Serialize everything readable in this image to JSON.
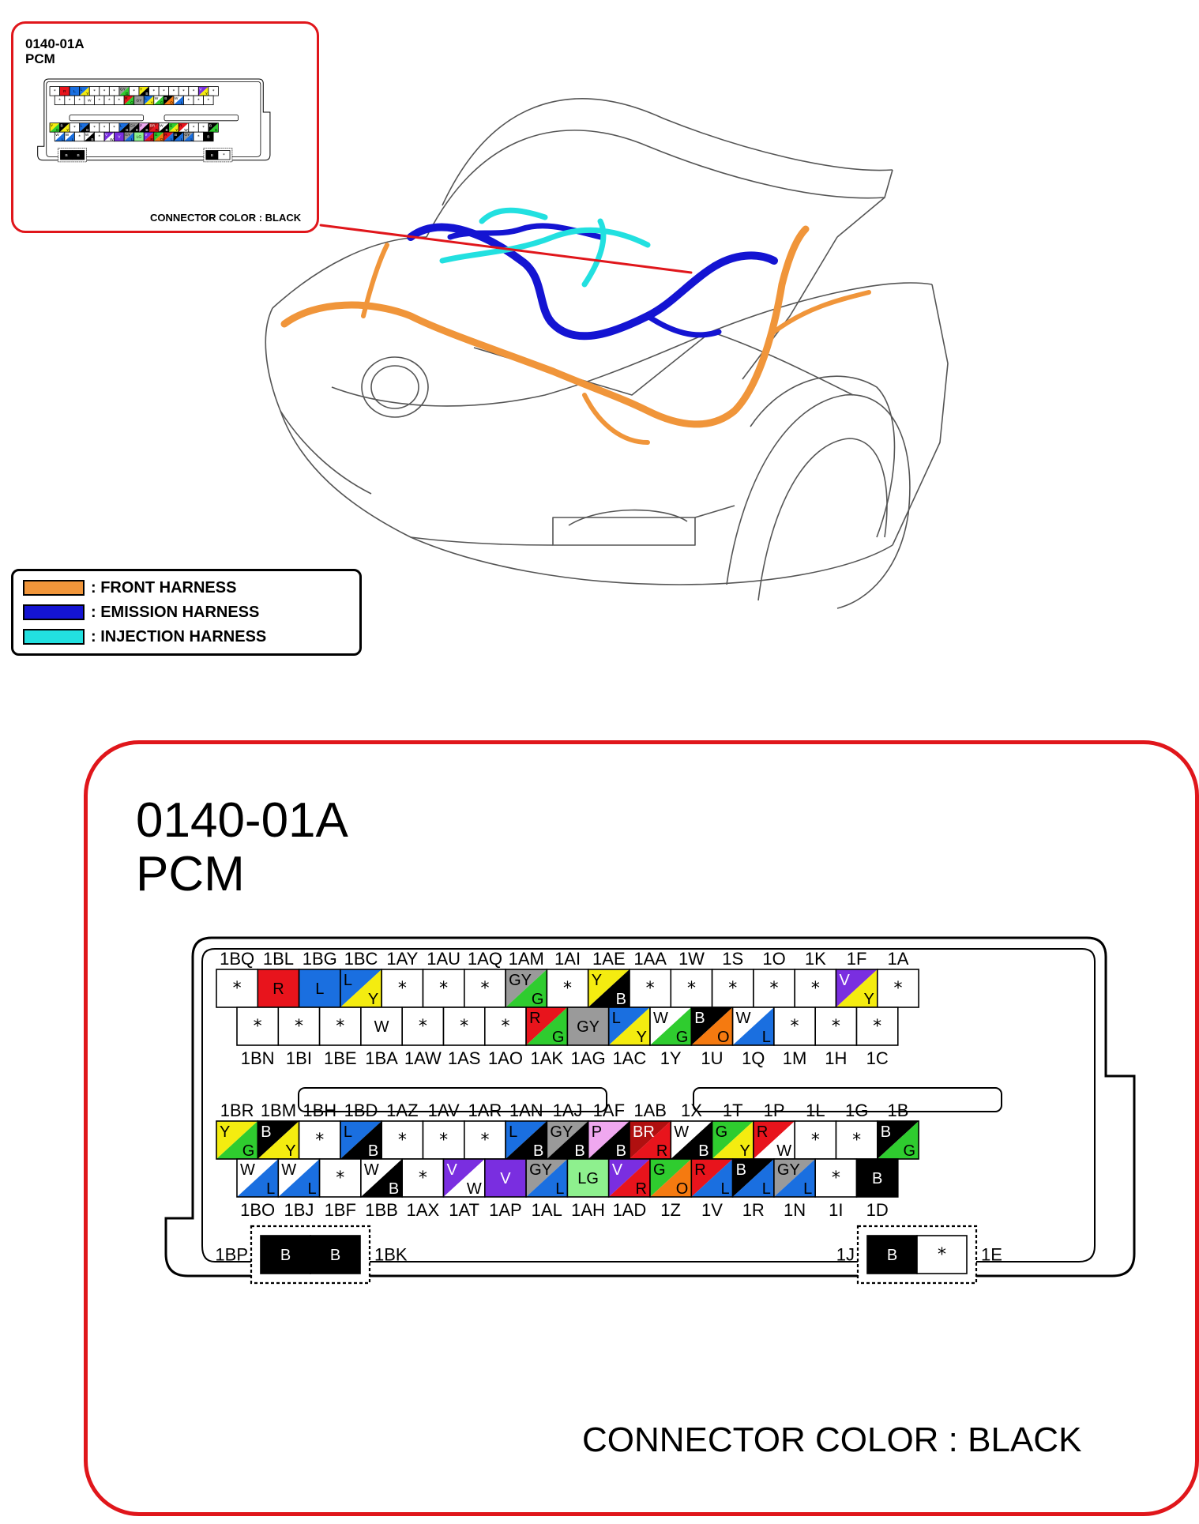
{
  "connector": {
    "code": "0140-01A",
    "name": "PCM",
    "color_note": "CONNECTOR COLOR : BLACK"
  },
  "legend": [
    {
      "label": ": FRONT HARNESS",
      "color": "#f0953a"
    },
    {
      "label": ": EMISSION HARNESS",
      "color": "#1414d2"
    },
    {
      "label": ": INJECTION HARNESS",
      "color": "#22e0e0"
    }
  ],
  "colors": {
    "frame": "#e0161b",
    "R": "#e8141c",
    "L": "#1a6fe0",
    "Y": "#f4ec10",
    "G": "#2fcc2f",
    "B": "#000000",
    "W": "#ffffff",
    "GY": "#9a9a9a",
    "V": "#7a2ee0",
    "P": "#f0a8f0",
    "BR": "#b01010",
    "LG": "#8ef08e",
    "O": "#f57a10"
  },
  "upper_block": {
    "top_labels": [
      "1BQ",
      "1BL",
      "1BG",
      "1BC",
      "1AY",
      "1AU",
      "1AQ",
      "1AM",
      "1AI",
      "1AE",
      "1AA",
      "1W",
      "1S",
      "1O",
      "1K",
      "1F",
      "1A"
    ],
    "row1": [
      {
        "a": "*"
      },
      {
        "a": "R"
      },
      {
        "a": "L"
      },
      {
        "a": "L",
        "b": "Y"
      },
      {
        "a": "*"
      },
      {
        "a": "*"
      },
      {
        "a": "*"
      },
      {
        "a": "GY",
        "b": "G"
      },
      {
        "a": "*"
      },
      {
        "a": "Y",
        "b": "B"
      },
      {
        "a": "*"
      },
      {
        "a": "*"
      },
      {
        "a": "*"
      },
      {
        "a": "*"
      },
      {
        "a": "*"
      },
      {
        "a": "V",
        "b": "Y"
      },
      {
        "a": "*"
      }
    ],
    "row2": [
      {
        "a": "*"
      },
      {
        "a": "*"
      },
      {
        "a": "*"
      },
      {
        "a": "W"
      },
      {
        "a": "*"
      },
      {
        "a": "*"
      },
      {
        "a": "*"
      },
      {
        "a": "R",
        "b": "G"
      },
      {
        "a": "GY"
      },
      {
        "a": "L",
        "b": "Y"
      },
      {
        "a": "W",
        "b": "G"
      },
      {
        "a": "B",
        "b": "O"
      },
      {
        "a": "W",
        "b": "L"
      },
      {
        "a": "*"
      },
      {
        "a": "*"
      },
      {
        "a": "*"
      }
    ],
    "bottom_labels": [
      "1BN",
      "1BI",
      "1BE",
      "1BA",
      "1AW",
      "1AS",
      "1AO",
      "1AK",
      "1AG",
      "1AC",
      "1Y",
      "1U",
      "1Q",
      "1M",
      "1H",
      "1C"
    ]
  },
  "lower_block": {
    "top_labels": [
      "1BR",
      "1BM",
      "1BH",
      "1BD",
      "1AZ",
      "1AV",
      "1AR",
      "1AN",
      "1AJ",
      "1AF",
      "1AB",
      "1X",
      "1T",
      "1P",
      "1L",
      "1G",
      "1B"
    ],
    "row1": [
      {
        "a": "Y",
        "b": "G"
      },
      {
        "a": "B",
        "b": "Y"
      },
      {
        "a": "*"
      },
      {
        "a": "L",
        "b": "B"
      },
      {
        "a": "*"
      },
      {
        "a": "*"
      },
      {
        "a": "*"
      },
      {
        "a": "L",
        "b": "B"
      },
      {
        "a": "GY",
        "b": "B"
      },
      {
        "a": "P",
        "b": "B"
      },
      {
        "a": "BR",
        "b": "R"
      },
      {
        "a": "W",
        "b": "B"
      },
      {
        "a": "G",
        "b": "Y"
      },
      {
        "a": "R",
        "b": "W"
      },
      {
        "a": "*"
      },
      {
        "a": "*"
      },
      {
        "a": "B",
        "b": "G"
      }
    ],
    "row2": [
      {
        "a": "W",
        "b": "L"
      },
      {
        "a": "W",
        "b": "L"
      },
      {
        "a": "*"
      },
      {
        "a": "W",
        "b": "B"
      },
      {
        "a": "*"
      },
      {
        "a": "V",
        "b": "W"
      },
      {
        "a": "V"
      },
      {
        "a": "GY",
        "b": "L"
      },
      {
        "a": "LG"
      },
      {
        "a": "V",
        "b": "R"
      },
      {
        "a": "G",
        "b": "O"
      },
      {
        "a": "R",
        "b": "L"
      },
      {
        "a": "B",
        "b": "L"
      },
      {
        "a": "GY",
        "b": "L"
      },
      {
        "a": "*"
      },
      {
        "a": "B"
      }
    ],
    "bottom_labels": [
      "1BO",
      "1BJ",
      "1BF",
      "1BB",
      "1AX",
      "1AT",
      "1AP",
      "1AL",
      "1AH",
      "1AD",
      "1Z",
      "1V",
      "1R",
      "1N",
      "1I",
      "1D"
    ]
  },
  "side_blocks": {
    "left": {
      "label_left": "1BP",
      "label_right": "1BK",
      "cells": [
        "B",
        "B"
      ]
    },
    "right": {
      "label_left": "1J",
      "label_right": "1E",
      "cells": [
        "B",
        "*"
      ]
    }
  }
}
